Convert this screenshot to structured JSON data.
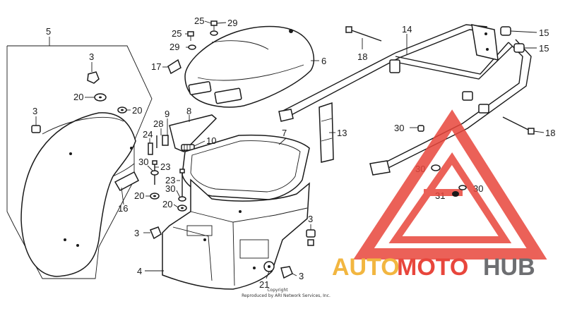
{
  "callouts": {
    "c1": "5",
    "c2": "3",
    "c3": "20",
    "c4": "3",
    "c5": "20",
    "c6": "25",
    "c7": "29",
    "c8": "25",
    "c9": "29",
    "c10": "17",
    "c11": "6",
    "c12": "9",
    "c13": "8",
    "c14": "28",
    "c15": "24",
    "c16": "10",
    "c17": "7",
    "c18": "30",
    "c19": "23",
    "c20": "23",
    "c21": "30",
    "c22": "20",
    "c23": "20",
    "c24": "16",
    "c25": "3",
    "c26": "4",
    "c27": "21",
    "c28": "3",
    "c29": "3",
    "c30": "18",
    "c31": "14",
    "c32": "15",
    "c33": "15",
    "c34": "13",
    "c35": "30",
    "c36": "18",
    "c37": "30",
    "c38": "30",
    "c39": "31"
  },
  "copyright": {
    "line1": "Copyright",
    "line2": "Reproduced by ARI Network Services, Inc."
  },
  "watermark": {
    "text_auto": "AUTO",
    "text_moto": "MOTO",
    "text_hub": "HUB",
    "color_auto": "#f2b640",
    "color_moto": "#e8463c",
    "color_hub": "#6d6e71",
    "triangle_color": "#e8463c"
  }
}
